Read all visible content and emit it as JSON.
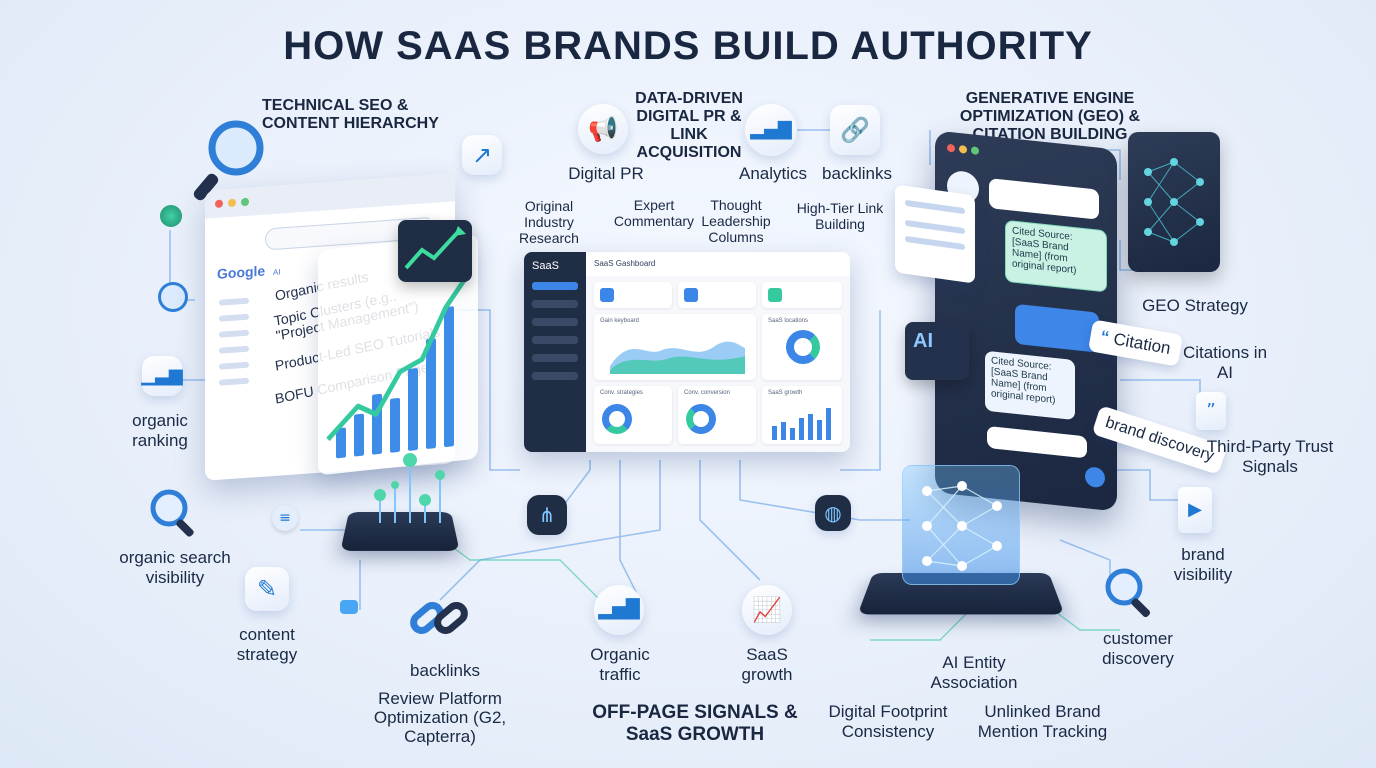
{
  "title": "HOW SAAS BRANDS BUILD AUTHORITY",
  "sections": {
    "technical_seo": "TECHNICAL SEO & CONTENT HIERARCHY",
    "digital_pr": "DATA-DRIVEN DIGITAL PR & LINK ACQUISITION",
    "geo": "GENERATIVE ENGINE OPTIMIZATION (GEO) & CITATION BUILDING",
    "off_page": "OFF-PAGE SIGNALS & SaaS GROWTH"
  },
  "browser": {
    "logo": "Google",
    "tab": "AI",
    "results": [
      "Organic results",
      "Topic Clusters (e.g., \"Project Management\")",
      "Product-Led SEO Tutorials",
      "BOFU Comparison Pages"
    ]
  },
  "dashboard": {
    "logo": "SaaS",
    "title": "SaaS Gashboard",
    "cards": [
      "Gain keyboard",
      "SaaS locations",
      "Conv. strategies",
      "Conv. conversion",
      "SaaS growth"
    ]
  },
  "phone": {
    "citation1": "Cited Source: [SaaS Brand Name] (from original report)",
    "citation2": "Cited Source: [SaaS Brand Name] (from original report)",
    "ai_label": "AI",
    "tag_citation": "Citation",
    "tag_brand": "brand discovery"
  },
  "labels": {
    "organic_ranking": "organic ranking",
    "organic_search_visibility": "organic search visibility",
    "content_strategy": "content strategy",
    "backlinks_bottom": "backlinks",
    "review_platform": "Review Platform Optimization (G2, Capterra)",
    "organic_traffic": "Organic traffic",
    "saas_growth": "SaaS growth",
    "digital_pr": "Digital PR",
    "analytics": "Analytics",
    "backlinks_top": "backlinks",
    "original_research": "Original Industry Research",
    "expert_commentary": "Expert Commentary",
    "thought_leadership": "Thought Leadership Columns",
    "high_tier": "High-Tier Link Building",
    "geo_strategy": "GEO Strategy",
    "citations_ai": "Citations in AI",
    "third_party": "Third-Party Trust Signals",
    "brand_visibility": "brand visibility",
    "customer_discovery": "customer discovery",
    "ai_entity": "AI Entity Association",
    "digital_footprint": "Digital Footprint Consistency",
    "unlinked_brand": "Unlinked Brand Mention Tracking"
  },
  "icons": {
    "magnifier": "magnifier-icon",
    "trend": "trend-up-icon",
    "megaphone": "megaphone-icon",
    "bar_chart": "bar-chart-icon",
    "link": "link-icon",
    "neural": "neural-network-icon",
    "quote": "quote-icon",
    "play": "play-icon",
    "document": "document-pencil-icon",
    "database": "database-icon",
    "share": "share-icon",
    "globe": "globe-icon"
  },
  "colors": {
    "accent_blue": "#1f78d1",
    "accent_green": "#35c9a0",
    "dark_navy": "#1f2d45"
  }
}
